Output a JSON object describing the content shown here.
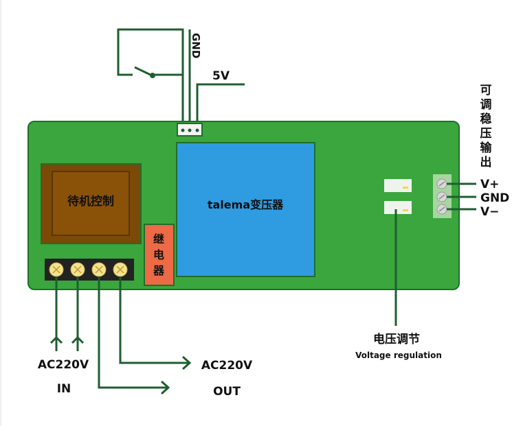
{
  "colors": {
    "board": "#3aa63d",
    "board_border": "#1f6e2a",
    "wire": "#1e5e2f",
    "transformer": "#2f9be0",
    "standby_outer": "#7a4a06",
    "standby_inner": "#8a5208",
    "relay": "#ec6a46",
    "terminal_block": "#222222",
    "screw": "#f4e38a",
    "output_block": "#a8d5a0",
    "pot": "#eef3ee"
  },
  "labels": {
    "gnd_top": "GND",
    "five_v": "5V",
    "standby_control": "待机控制",
    "transformer": "talema变压器",
    "relay": "继电器",
    "adjustable_output": "可调稳压输出",
    "v_plus": "V+",
    "gnd_out": "GND",
    "v_minus": "V−",
    "voltage_adjust_cn": "电压调节",
    "voltage_adjust_en": "Voltage regulation",
    "ac_in": "AC220V",
    "in": "IN",
    "ac_out": "AC220V",
    "out": "OUT"
  },
  "icons": {
    "switch": "switch-icon",
    "screw": "screw-terminal-icon",
    "arrow_up": "arrow-up-icon",
    "arrow_right": "arrow-right-icon"
  }
}
